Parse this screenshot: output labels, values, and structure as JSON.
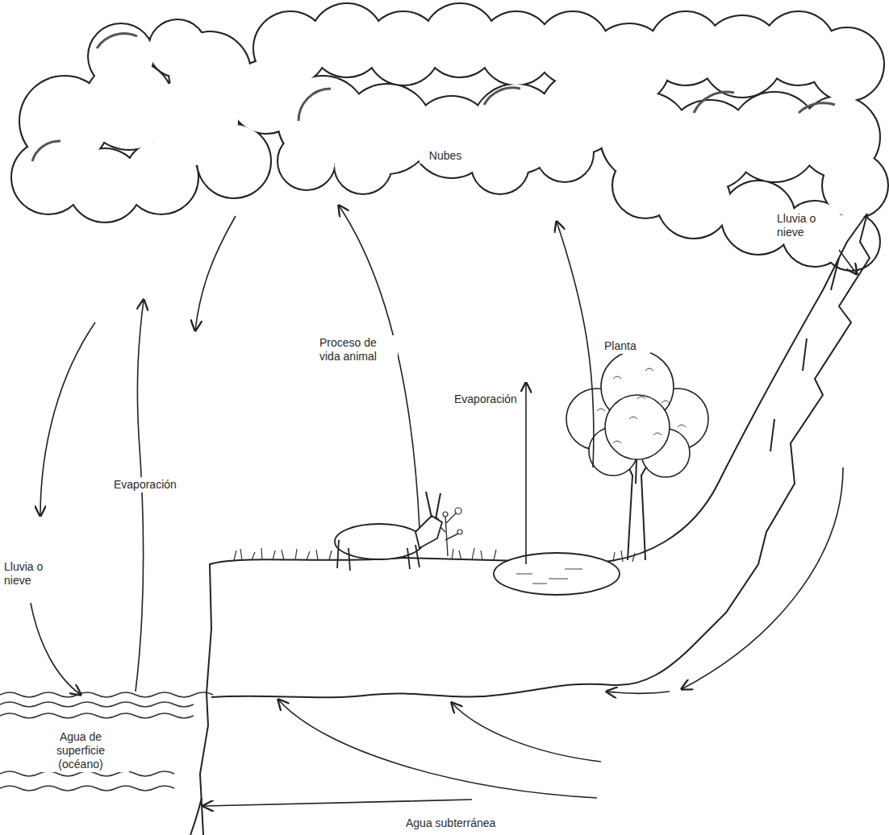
{
  "diagram": {
    "labels": [
      "Nubes",
      "Lluvia o nieve",
      "Proceso de vida animal",
      "Planta",
      "Evaporación",
      "Evaporación",
      "Lluvia o nieve",
      "Agua de superficie (océano)",
      "Agua subterránea"
    ]
  }
}
